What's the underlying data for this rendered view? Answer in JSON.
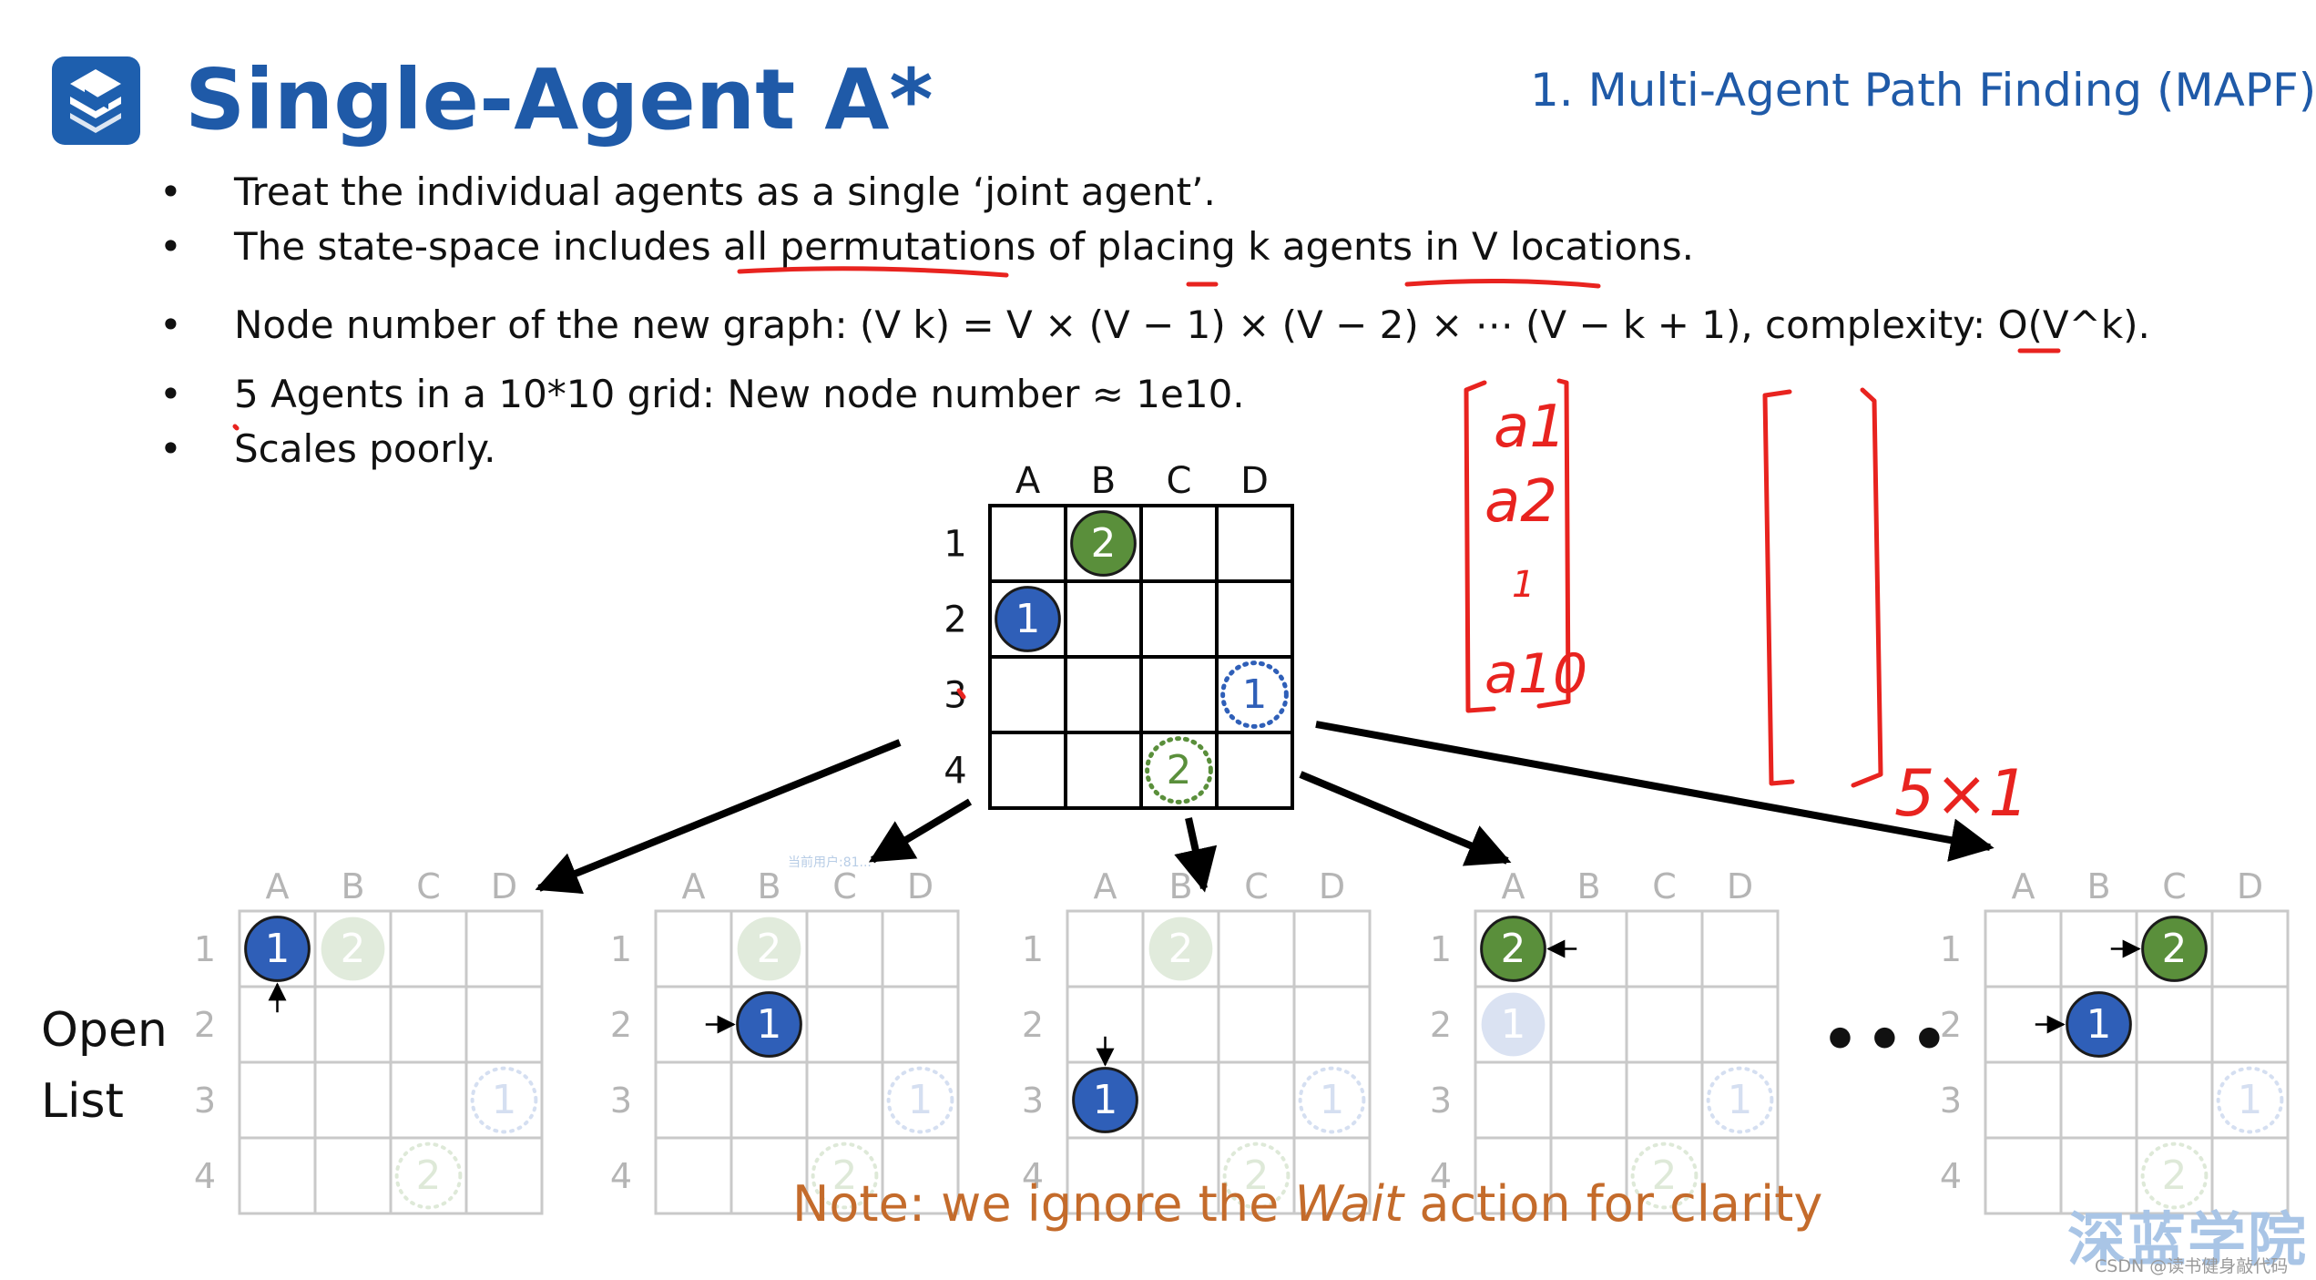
{
  "header": {
    "title": "Single-Agent A*",
    "section_label": "1. Multi-Agent Path Finding (MAPF)"
  },
  "bullets": [
    {
      "text": "Treat the individual agents as a single ‘joint agent’."
    },
    {
      "text": "The state-space includes all permutations of placing k agents in V locations."
    },
    {
      "text": "Node number of the new graph: (V k) = V × (V − 1) × (V − 2) × ⋯ (V − k + 1), complexity: O(V^k)."
    },
    {
      "text": "5 Agents in a 10*10 grid: New node number ≈ 1e10."
    },
    {
      "text": "Scales poorly."
    }
  ],
  "bullet_symbol": "•",
  "grid": {
    "columns": [
      "A",
      "B",
      "C",
      "D"
    ],
    "rows": [
      "1",
      "2",
      "3",
      "4"
    ]
  },
  "main_grid": {
    "agents": [
      {
        "id": "2",
        "col": 1,
        "row": 0,
        "kind": "solid",
        "color": "#5a8f3b"
      },
      {
        "id": "1",
        "col": 0,
        "row": 1,
        "kind": "solid",
        "color": "#2f5fb8"
      },
      {
        "id": "1",
        "col": 3,
        "row": 2,
        "kind": "goal",
        "color": "#2f5fb8"
      },
      {
        "id": "2",
        "col": 2,
        "row": 3,
        "kind": "goal",
        "color": "#5a8f3b"
      }
    ]
  },
  "open_list": {
    "label_line1": "Open",
    "label_line2": "List",
    "ellipsis": "•••",
    "grids": [
      {
        "agents": [
          {
            "id": "1",
            "col": 0,
            "row": 0,
            "kind": "solid",
            "color": "#2f5fb8",
            "arrow": "up"
          },
          {
            "id": "2",
            "col": 1,
            "row": 0,
            "kind": "faded",
            "color": "#5a8f3b"
          },
          {
            "id": "1",
            "col": 3,
            "row": 2,
            "kind": "faded-goal",
            "color": "#2f5fb8"
          },
          {
            "id": "2",
            "col": 2,
            "row": 3,
            "kind": "faded-goal",
            "color": "#5a8f3b"
          }
        ]
      },
      {
        "agents": [
          {
            "id": "2",
            "col": 1,
            "row": 0,
            "kind": "faded",
            "color": "#5a8f3b"
          },
          {
            "id": "1",
            "col": 1,
            "row": 1,
            "kind": "solid",
            "color": "#2f5fb8",
            "arrow": "left"
          },
          {
            "id": "1",
            "col": 3,
            "row": 2,
            "kind": "faded-goal",
            "color": "#2f5fb8"
          },
          {
            "id": "2",
            "col": 2,
            "row": 3,
            "kind": "faded-goal",
            "color": "#5a8f3b"
          }
        ]
      },
      {
        "agents": [
          {
            "id": "2",
            "col": 1,
            "row": 0,
            "kind": "faded",
            "color": "#5a8f3b"
          },
          {
            "id": "1",
            "col": 0,
            "row": 2,
            "kind": "solid",
            "color": "#2f5fb8",
            "arrow": "down"
          },
          {
            "id": "1",
            "col": 3,
            "row": 2,
            "kind": "faded-goal",
            "color": "#2f5fb8"
          },
          {
            "id": "2",
            "col": 2,
            "row": 3,
            "kind": "faded-goal",
            "color": "#5a8f3b"
          }
        ]
      },
      {
        "agents": [
          {
            "id": "2",
            "col": 0,
            "row": 0,
            "kind": "solid",
            "color": "#5a8f3b",
            "arrow": "right"
          },
          {
            "id": "1",
            "col": 0,
            "row": 1,
            "kind": "faded",
            "color": "#2f5fb8"
          },
          {
            "id": "1",
            "col": 3,
            "row": 2,
            "kind": "faded-goal",
            "color": "#2f5fb8"
          },
          {
            "id": "2",
            "col": 2,
            "row": 3,
            "kind": "faded-goal",
            "color": "#5a8f3b"
          }
        ]
      },
      {
        "agents": [
          {
            "id": "2",
            "col": 2,
            "row": 0,
            "kind": "solid",
            "color": "#5a8f3b",
            "arrow": "left"
          },
          {
            "id": "1",
            "col": 1,
            "row": 1,
            "kind": "solid",
            "color": "#2f5fb8",
            "arrow": "left"
          },
          {
            "id": "1",
            "col": 3,
            "row": 2,
            "kind": "faded-goal",
            "color": "#2f5fb8"
          },
          {
            "id": "2",
            "col": 2,
            "row": 3,
            "kind": "faded-goal",
            "color": "#5a8f3b"
          }
        ]
      }
    ]
  },
  "annotation": {
    "vector_entries": [
      "a1",
      "a2",
      "1",
      "a10"
    ],
    "dimension": "5×1",
    "color": "#e8231f"
  },
  "note": {
    "prefix": "Note: we ignore the ",
    "emphasis": "Wait",
    "suffix": " action for clarity"
  },
  "watermarks": {
    "brand": "深蓝学院",
    "csdn": "CSDN @读书健身敲代码",
    "user": "当前用户:81..."
  },
  "colors": {
    "title_blue": "#1f5aa8",
    "agent1_blue": "#2f5fb8",
    "agent2_green": "#5a8f3b",
    "note_orange": "#c46b2b",
    "pen_red": "#e8231f"
  }
}
